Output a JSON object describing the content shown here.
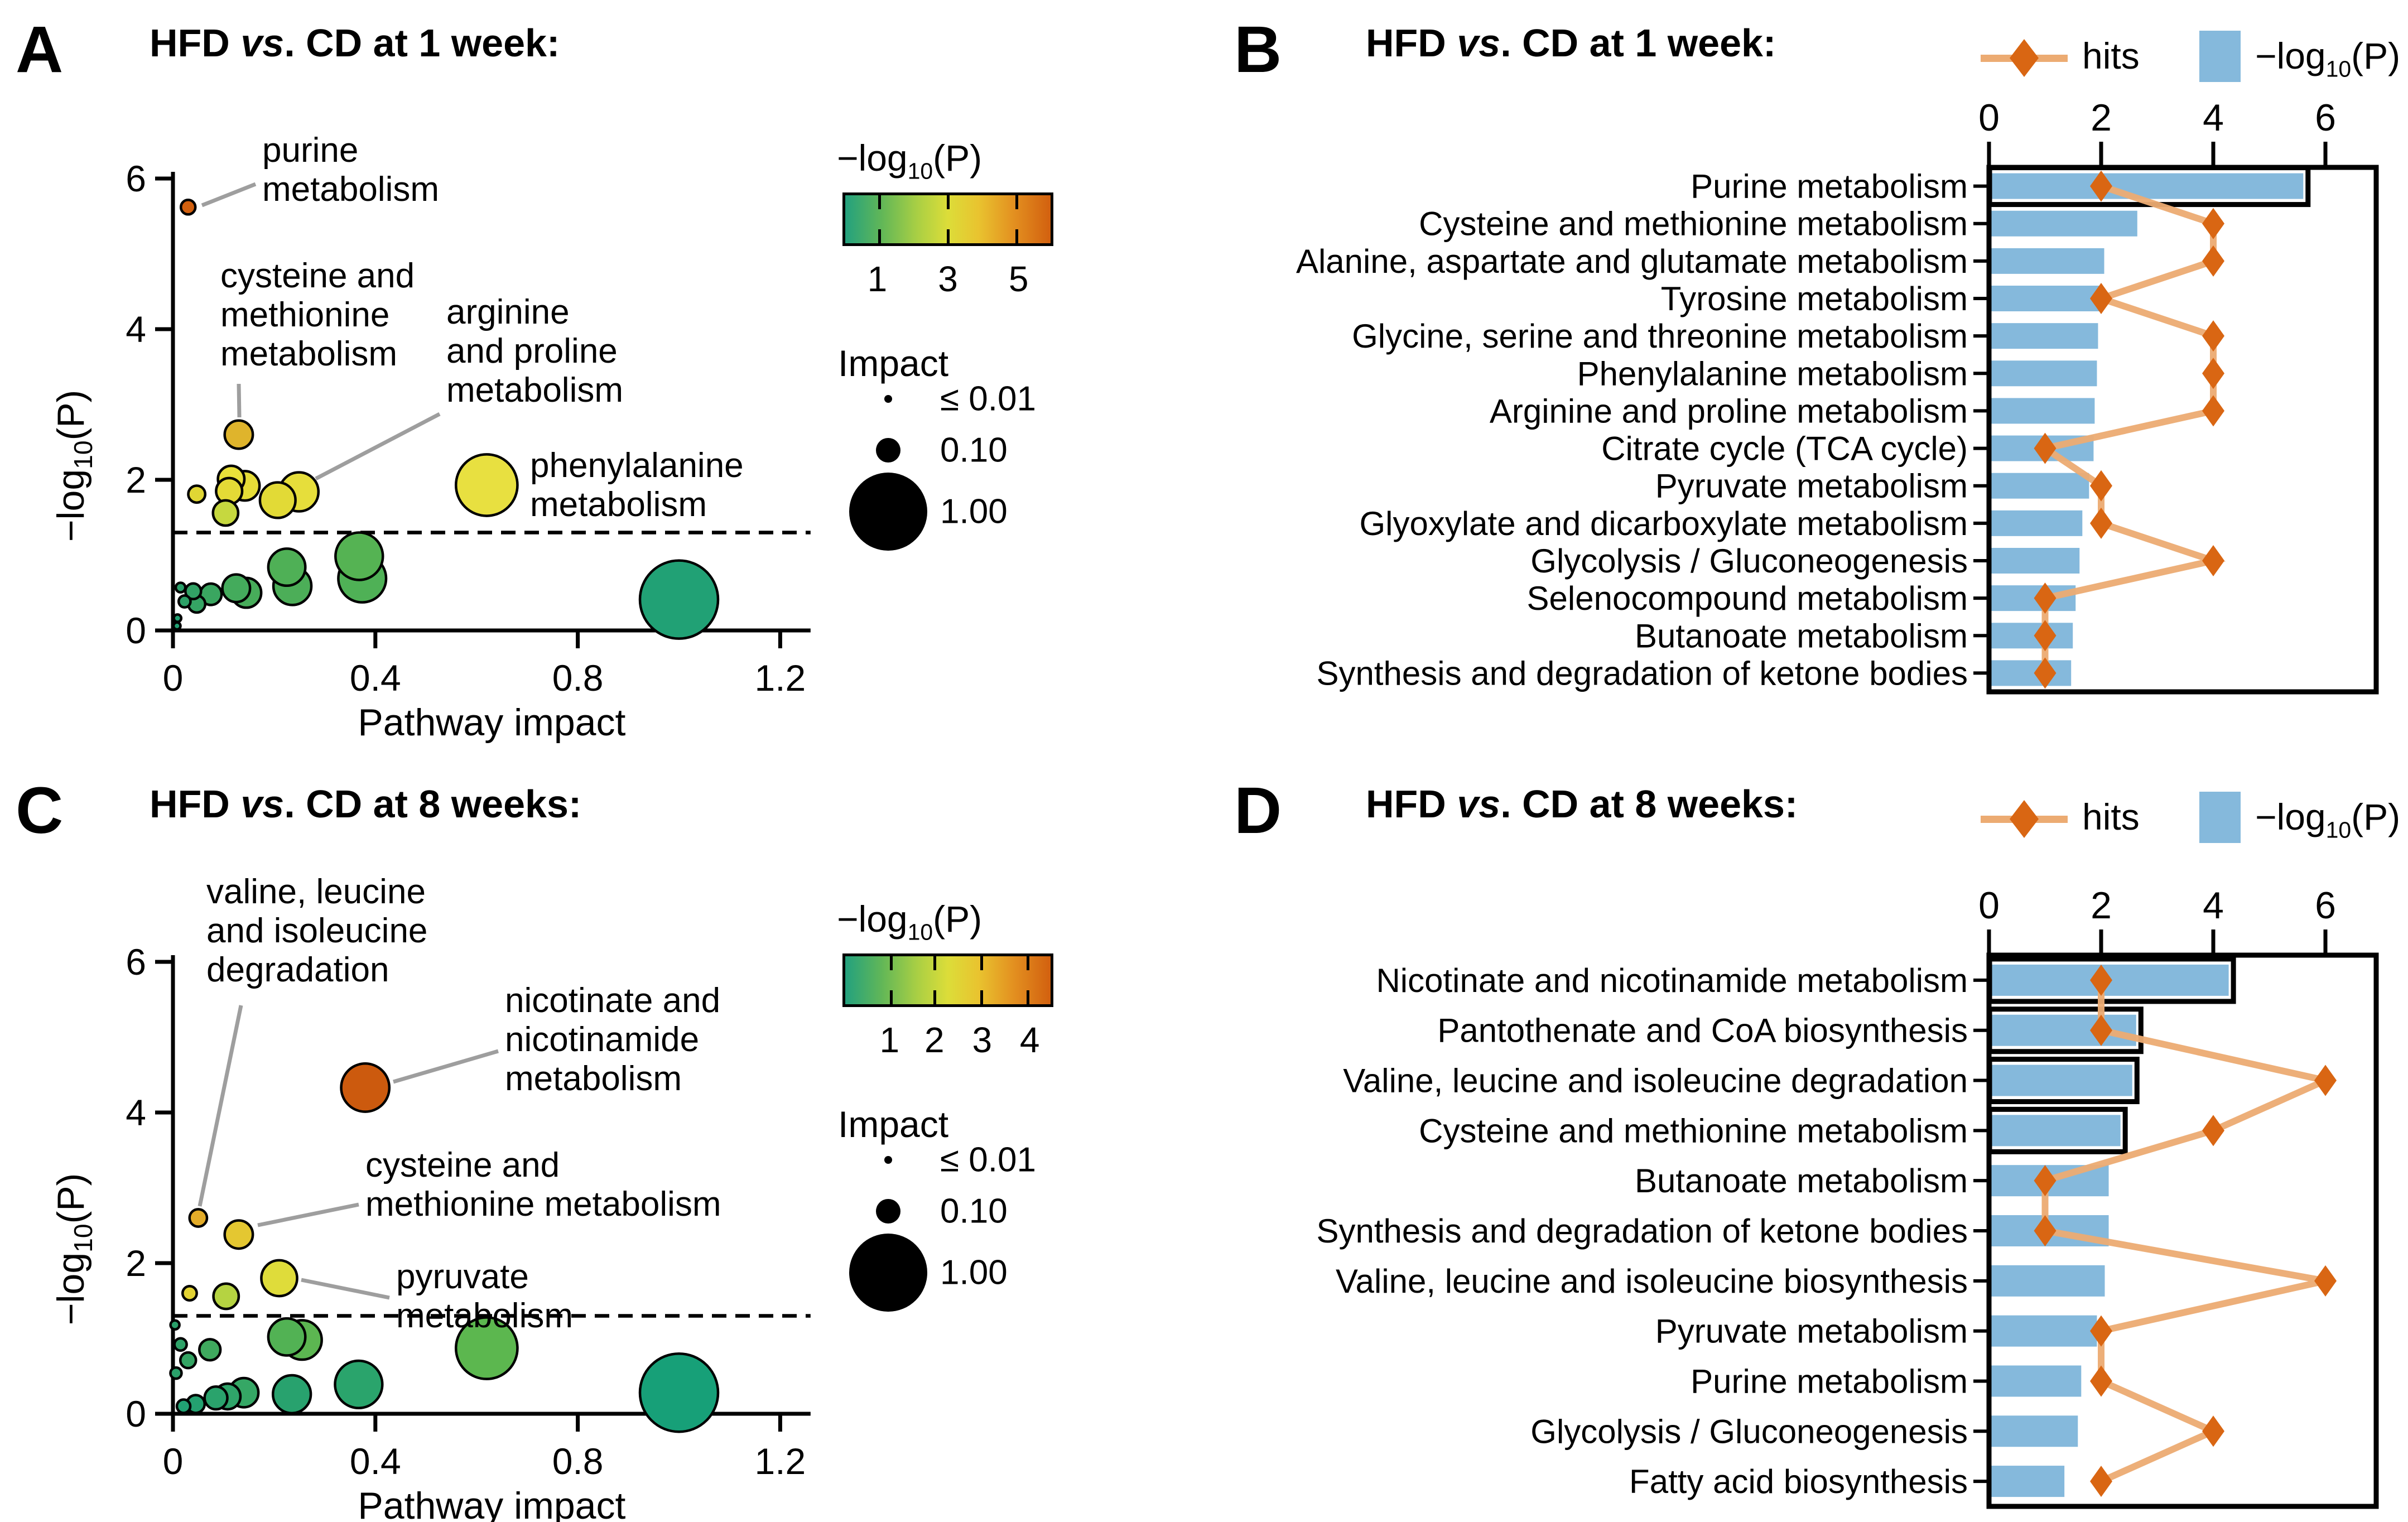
{
  "colors": {
    "bar_blue": "#85b9dc",
    "diamond_orange": "#d96613",
    "hits_line": "#ecab72",
    "leader_gray": "#9e9e9e",
    "axis_black": "#000000",
    "gradient_stops": [
      "#23a17e 0%",
      "#62b757 18%",
      "#a9cf44 35%",
      "#dcdd39 50%",
      "#e9c32f 65%",
      "#e39020 82%",
      "#d2600f 100%"
    ]
  },
  "chart_data": [
    {
      "panel_label": "A",
      "type": "bubble",
      "title": {
        "pre": "HFD ",
        "vs": "vs",
        "post": ". CD at 1 week:"
      },
      "xlabel": "Pathway impact",
      "ylabel": {
        "pre": "−log",
        "sub": "10",
        "post": "(P)"
      },
      "xlim": [
        0,
        1.2
      ],
      "ylim": [
        0,
        6
      ],
      "xticks": [
        0,
        0.4,
        0.8,
        1.2
      ],
      "yticks": [
        0,
        2,
        4,
        6
      ],
      "threshold_y": 1.3,
      "points": [
        {
          "x": 0.03,
          "y": 5.62,
          "color": "#d2600f",
          "r": 13
        },
        {
          "x": 0.13,
          "y": 2.6,
          "color": "#dfb42c"
        },
        {
          "x": 0.047,
          "y": 1.81,
          "color": "#e0d634"
        },
        {
          "x": 0.111,
          "y": 1.85,
          "color": "#e4da36"
        },
        {
          "x": 0.115,
          "y": 2.01,
          "color": "#e9e13a"
        },
        {
          "x": 0.142,
          "y": 1.92,
          "color": "#e6dd37"
        },
        {
          "x": 0.104,
          "y": 1.56,
          "color": "#c6d83f"
        },
        {
          "x": 0.207,
          "y": 1.73,
          "color": "#e2da36"
        },
        {
          "x": 0.249,
          "y": 1.84,
          "color": "#e6de3b"
        },
        {
          "x": 0.62,
          "y": 1.93,
          "color": "#e8e040"
        },
        {
          "x": 0.008,
          "y": 0.06,
          "color": "#21a173"
        },
        {
          "x": 0.009,
          "y": 0.163,
          "color": "#21a173"
        },
        {
          "x": 0.015,
          "y": 0.57,
          "color": "#2aa06a"
        },
        {
          "x": 0.023,
          "y": 0.385,
          "color": "#2da167"
        },
        {
          "x": 0.04,
          "y": 0.52,
          "color": "#32a366"
        },
        {
          "x": 0.047,
          "y": 0.35,
          "color": "#35a464"
        },
        {
          "x": 0.075,
          "y": 0.48,
          "color": "#3aa660"
        },
        {
          "x": 0.125,
          "y": 0.56,
          "color": "#44ab5c"
        },
        {
          "x": 0.145,
          "y": 0.5,
          "color": "#47ac5a"
        },
        {
          "x": 0.225,
          "y": 0.84,
          "color": "#4fb056"
        },
        {
          "x": 0.236,
          "y": 0.59,
          "color": "#4cae58"
        },
        {
          "x": 0.368,
          "y": 0.985,
          "color": "#55b353"
        },
        {
          "x": 0.374,
          "y": 0.69,
          "color": "#4fb156"
        },
        {
          "x": 1.0,
          "y": 0.41,
          "color": "#21a175"
        }
      ],
      "annotations": [
        {
          "lines": [
            "purine",
            "metabolism"
          ],
          "tx": 470,
          "ty": 290,
          "leader": [
            458,
            330,
            362,
            368
          ]
        },
        {
          "lines": [
            "cysteine and",
            "methionine",
            "metabolism"
          ],
          "tx": 395,
          "ty": 515,
          "leader": [
            428,
            688,
            429,
            748
          ]
        },
        {
          "lines": [
            "arginine",
            "and proline",
            "metabolism"
          ],
          "tx": 800,
          "ty": 580,
          "leader": [
            788,
            742,
            566,
            858
          ]
        },
        {
          "lines": [
            "phenylalanine",
            "metabolism"
          ],
          "tx": 950,
          "ty": 855,
          "leader": null
        }
      ],
      "legend": {
        "color_title": {
          "pre": "−log",
          "sub": "10",
          "post": "(P)"
        },
        "gradient_ticks": [
          {
            "label": "1",
            "frac": 0.165
          },
          {
            "label": "3",
            "frac": 0.5
          },
          {
            "label": "5",
            "frac": 0.835
          }
        ],
        "size_title": "Impact",
        "sizes": [
          {
            "label": "≤ 0.01",
            "r": 7
          },
          {
            "label": "0.10",
            "r": 22
          },
          {
            "label": "1.00",
            "r": 70
          }
        ]
      }
    },
    {
      "panel_label": "B",
      "type": "bar-line",
      "title": {
        "pre": "HFD ",
        "vs": "vs",
        "post": ". CD at 1 week:"
      },
      "legend": {
        "hits_label": "hits",
        "bar_label": {
          "pre": "−log",
          "sub": "10",
          "post": "(P)"
        }
      },
      "xticks": [
        0,
        2,
        4,
        6
      ],
      "xlim": [
        0,
        6.9
      ],
      "rows": [
        {
          "label": "Purine metabolism",
          "p": 5.56,
          "hits": 2,
          "outlined": true
        },
        {
          "label": "Cysteine and methionine metabolism",
          "p": 2.6,
          "hits": 4,
          "outlined": false
        },
        {
          "label": "Alanine, aspartate and glutamate metabolism",
          "p": 2.01,
          "hits": 4,
          "outlined": false
        },
        {
          "label": "Tyrosine metabolism",
          "p": 1.93,
          "hits": 2,
          "outlined": false
        },
        {
          "label": "Glycine, serine and threonine metabolism",
          "p": 1.9,
          "hits": 4,
          "outlined": false
        },
        {
          "label": "Phenylalanine metabolism",
          "p": 1.88,
          "hits": 4,
          "outlined": false
        },
        {
          "label": "Arginine and proline metabolism",
          "p": 1.84,
          "hits": 4,
          "outlined": false
        },
        {
          "label": "Citrate cycle (TCA cycle)",
          "p": 1.82,
          "hits": 1,
          "outlined": false
        },
        {
          "label": "Pyruvate metabolism",
          "p": 1.74,
          "hits": 2,
          "outlined": false
        },
        {
          "label": "Glyoxylate and dicarboxylate metabolism",
          "p": 1.62,
          "hits": 2,
          "outlined": false
        },
        {
          "label": "Glycolysis / Gluconeogenesis",
          "p": 1.57,
          "hits": 4,
          "outlined": false
        },
        {
          "label": "Selenocompound metabolism",
          "p": 1.5,
          "hits": 1,
          "outlined": false
        },
        {
          "label": "Butanoate metabolism",
          "p": 1.45,
          "hits": 1,
          "outlined": false
        },
        {
          "label": "Synthesis and degradation of ketone bodies",
          "p": 1.42,
          "hits": 1,
          "outlined": false
        }
      ]
    },
    {
      "panel_label": "C",
      "type": "bubble",
      "title": {
        "pre": "HFD ",
        "vs": "vs",
        "post": ". CD at 8 weeks:"
      },
      "xlabel": "Pathway impact",
      "ylabel": {
        "pre": "−log",
        "sub": "10",
        "post": "(P)"
      },
      "xlim": [
        0,
        1.2
      ],
      "ylim": [
        0,
        6
      ],
      "xticks": [
        0,
        0.4,
        0.8,
        1.2
      ],
      "yticks": [
        0,
        2,
        4,
        6
      ],
      "threshold_y": 1.3,
      "points": [
        {
          "x": 0.05,
          "y": 2.6,
          "color": "#e3ac29"
        },
        {
          "x": 0.38,
          "y": 4.33,
          "color": "#cc5a0e"
        },
        {
          "x": 0.13,
          "y": 2.38,
          "color": "#e4c731"
        },
        {
          "x": 0.21,
          "y": 1.8,
          "color": "#dfdc3a"
        },
        {
          "x": 0.033,
          "y": 1.6,
          "color": "#e2d233"
        },
        {
          "x": 0.105,
          "y": 1.56,
          "color": "#b5d341"
        },
        {
          "x": 0.004,
          "y": 1.18,
          "color": "#2aa06a",
          "r": 8
        },
        {
          "x": 0.015,
          "y": 0.92,
          "color": "#2ea268",
          "r": 11
        },
        {
          "x": 0.03,
          "y": 0.71,
          "color": "#34a463",
          "r": 14
        },
        {
          "x": 0.006,
          "y": 0.54,
          "color": "#2aa06a",
          "r": 10
        },
        {
          "x": 0.073,
          "y": 0.85,
          "color": "#3fa95e"
        },
        {
          "x": 0.021,
          "y": 0.1,
          "color": "#21a173",
          "r": 12
        },
        {
          "x": 0.045,
          "y": 0.13,
          "color": "#24a170",
          "r": 16
        },
        {
          "x": 0.085,
          "y": 0.21,
          "color": "#2aa36c"
        },
        {
          "x": 0.108,
          "y": 0.23,
          "color": "#2fa56a"
        },
        {
          "x": 0.14,
          "y": 0.28,
          "color": "#35a765"
        },
        {
          "x": 0.225,
          "y": 1.02,
          "color": "#52b254"
        },
        {
          "x": 0.255,
          "y": 0.98,
          "color": "#5cb651"
        },
        {
          "x": 0.235,
          "y": 0.26,
          "color": "#28a26e"
        },
        {
          "x": 0.367,
          "y": 0.39,
          "color": "#2aa46c"
        },
        {
          "x": 0.62,
          "y": 0.87,
          "color": "#5cb74f"
        },
        {
          "x": 1.0,
          "y": 0.28,
          "color": "#17a078"
        }
      ],
      "annotations": [
        {
          "lines": [
            "valine, leucine",
            "and isoleucine",
            "degradation"
          ],
          "tx": 370,
          "ty": 255,
          "leader": [
            432,
            438,
            358,
            798
          ]
        },
        {
          "lines": [
            "nicotinate and",
            "nicotinamide",
            "metabolism"
          ],
          "tx": 905,
          "ty": 450,
          "leader": [
            893,
            520,
            705,
            575
          ]
        },
        {
          "lines": [
            "cysteine and",
            "methionine metabolism"
          ],
          "tx": 655,
          "ty": 745,
          "leader": [
            643,
            795,
            462,
            832
          ]
        },
        {
          "lines": [
            "pyruvate",
            "metabolism"
          ],
          "tx": 710,
          "ty": 945,
          "leader": [
            698,
            962,
            540,
            930
          ]
        }
      ],
      "legend": {
        "color_title": {
          "pre": "−log",
          "sub": "10",
          "post": "(P)"
        },
        "gradient_ticks": [
          {
            "label": "1",
            "frac": 0.223
          },
          {
            "label": "2",
            "frac": 0.436
          },
          {
            "label": "3",
            "frac": 0.662
          },
          {
            "label": "4",
            "frac": 0.888
          }
        ],
        "size_title": "Impact",
        "sizes": [
          {
            "label": "≤ 0.01",
            "r": 7
          },
          {
            "label": "0.10",
            "r": 22
          },
          {
            "label": "1.00",
            "r": 70
          }
        ]
      }
    },
    {
      "panel_label": "D",
      "type": "bar-line",
      "title": {
        "pre": "HFD ",
        "vs": "vs",
        "post": ". CD at 8 weeks:"
      },
      "legend": {
        "hits_label": "hits",
        "bar_label": {
          "pre": "−log",
          "sub": "10",
          "post": "(P)"
        }
      },
      "xticks": [
        0,
        2,
        4,
        6
      ],
      "xlim": [
        0,
        6.9
      ],
      "rows": [
        {
          "label": "Nicotinate and nicotinamide metabolism",
          "p": 4.23,
          "hits": 2,
          "outlined": true
        },
        {
          "label": "Pantothenate and CoA biosynthesis",
          "p": 2.58,
          "hits": 2,
          "outlined": true
        },
        {
          "label": "Valine, leucine and isoleucine degradation",
          "p": 2.51,
          "hits": 6,
          "outlined": true
        },
        {
          "label": "Cysteine and methionine metabolism",
          "p": 2.3,
          "hits": 4,
          "outlined": true
        },
        {
          "label": "Butanoate metabolism",
          "p": 2.09,
          "hits": 1,
          "outlined": false
        },
        {
          "label": "Synthesis and degradation of ketone bodies",
          "p": 2.09,
          "hits": 1,
          "outlined": false
        },
        {
          "label": "Valine, leucine and isoleucine biosynthesis",
          "p": 2.02,
          "hits": 6,
          "outlined": false
        },
        {
          "label": "Pyruvate metabolism",
          "p": 1.88,
          "hits": 2,
          "outlined": false
        },
        {
          "label": "Purine metabolism",
          "p": 1.6,
          "hits": 2,
          "outlined": false
        },
        {
          "label": "Glycolysis / Gluconeogenesis",
          "p": 1.54,
          "hits": 4,
          "outlined": false
        },
        {
          "label": "Fatty acid biosynthesis",
          "p": 1.3,
          "hits": 2,
          "outlined": false
        }
      ]
    }
  ]
}
